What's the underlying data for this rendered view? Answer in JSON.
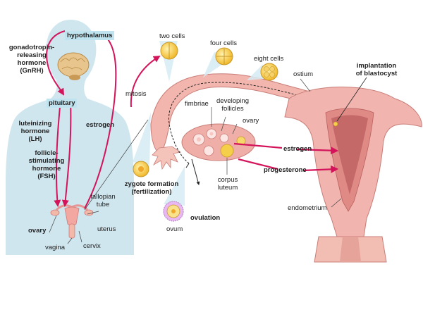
{
  "colors": {
    "silhouette": "#cfe6ef",
    "hormone_arrow": "#d4145a",
    "tissue_pink": "#f0b8b0",
    "tissue_dark": "#e08a86",
    "label_box": "#bfe3ef",
    "cell_yellow": "#f6cf4a",
    "zoom_cone": "#d7ecf4"
  },
  "labels": {
    "hypothalamus": "hypothalamus",
    "gnrh": "gonadotropin-\nreleasing\nhormone\n(GnRH)",
    "pituitary": "pituitary",
    "lh": "luteinizing\nhormone\n(LH)",
    "fsh": "follicle-\nstimulating\nhormone\n(FSH)",
    "estrogen_left": "estrogen",
    "fallopian_tube": "fallopian\ntube",
    "ovary_left": "ovary",
    "uterus": "uterus",
    "vagina": "vagina",
    "cervix": "cervix",
    "two_cells": "two cells",
    "four_cells": "four cells",
    "eight_cells": "eight cells",
    "mitosis": "mitosis",
    "fimbriae": "fimbriae",
    "developing_follicles": "developing\nfollicles",
    "ovary_right": "ovary",
    "zygote": "zygote formation\n(fertilization)",
    "ovulation": "ovulation",
    "ovum": "ovum",
    "corpus_luteum": "corpus\nluteum",
    "estrogen_right": "estrogen",
    "progesterone": "progesterone",
    "ostium": "ostium",
    "implantation": "implantation\nof blastocyst",
    "endometrium": "endometrium"
  }
}
